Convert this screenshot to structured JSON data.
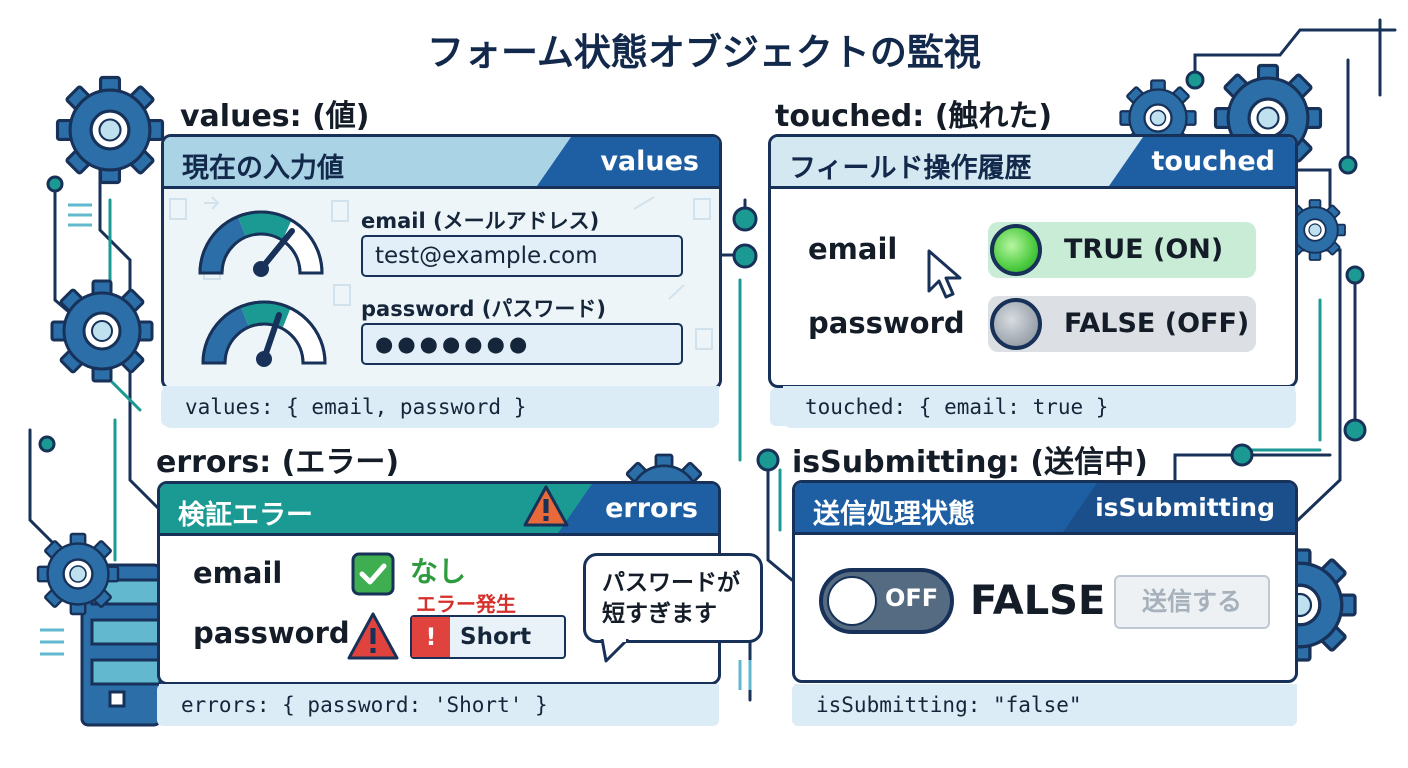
{
  "title": "フォーム状態オブジェクトの監視",
  "colors": {
    "navy": "#173158",
    "blue": "#1e5fa3",
    "light_blue": "#aad3e5",
    "teal": "#1b9a94",
    "green": "#5ad05a",
    "red": "#e0433e",
    "orange": "#e86a3a"
  },
  "values_section": {
    "label": "values: (値)",
    "header_title": "現在の入力値",
    "header_tag": "values",
    "email_label": "email (メールアドレス)",
    "email_value": "test@example.com",
    "password_label": "password (パスワード)",
    "password_value": "●●●●●●●",
    "code": "values: { email, password }",
    "icons": [
      "gauge-icon",
      "gauge-icon"
    ]
  },
  "touched_section": {
    "label": "touched: (触れた)",
    "header_title": "フィールド操作履歴",
    "header_tag": "touched",
    "rows": [
      {
        "field": "email",
        "status": "TRUE (ON)"
      },
      {
        "field": "password",
        "status": "FALSE (OFF)"
      }
    ],
    "code": "touched: { email: true }",
    "icons": [
      "cursor-icon",
      "led-on-icon",
      "led-off-icon"
    ]
  },
  "errors_section": {
    "label": "errors: (エラー)",
    "header_title": "検証エラー",
    "header_tag": "errors",
    "email_field": "email",
    "email_status": "なし",
    "password_field": "password",
    "error_caption": "エラー発生",
    "error_marker": "!",
    "error_value": "Short",
    "bubble_line1": "パスワードが",
    "bubble_line2": "短すぎます",
    "code": "errors: { password: 'Short' }",
    "icons": [
      "warning-icon",
      "check-icon",
      "warning-icon"
    ]
  },
  "submitting_section": {
    "label": "isSubmitting: (送信中)",
    "header_title": "送信処理状態",
    "header_tag": "isSubmitting",
    "toggle_label": "OFF",
    "state": "FALSE",
    "button_label": "送信する",
    "code": "isSubmitting: \"false\"",
    "icons": [
      "toggle-off-icon"
    ]
  }
}
